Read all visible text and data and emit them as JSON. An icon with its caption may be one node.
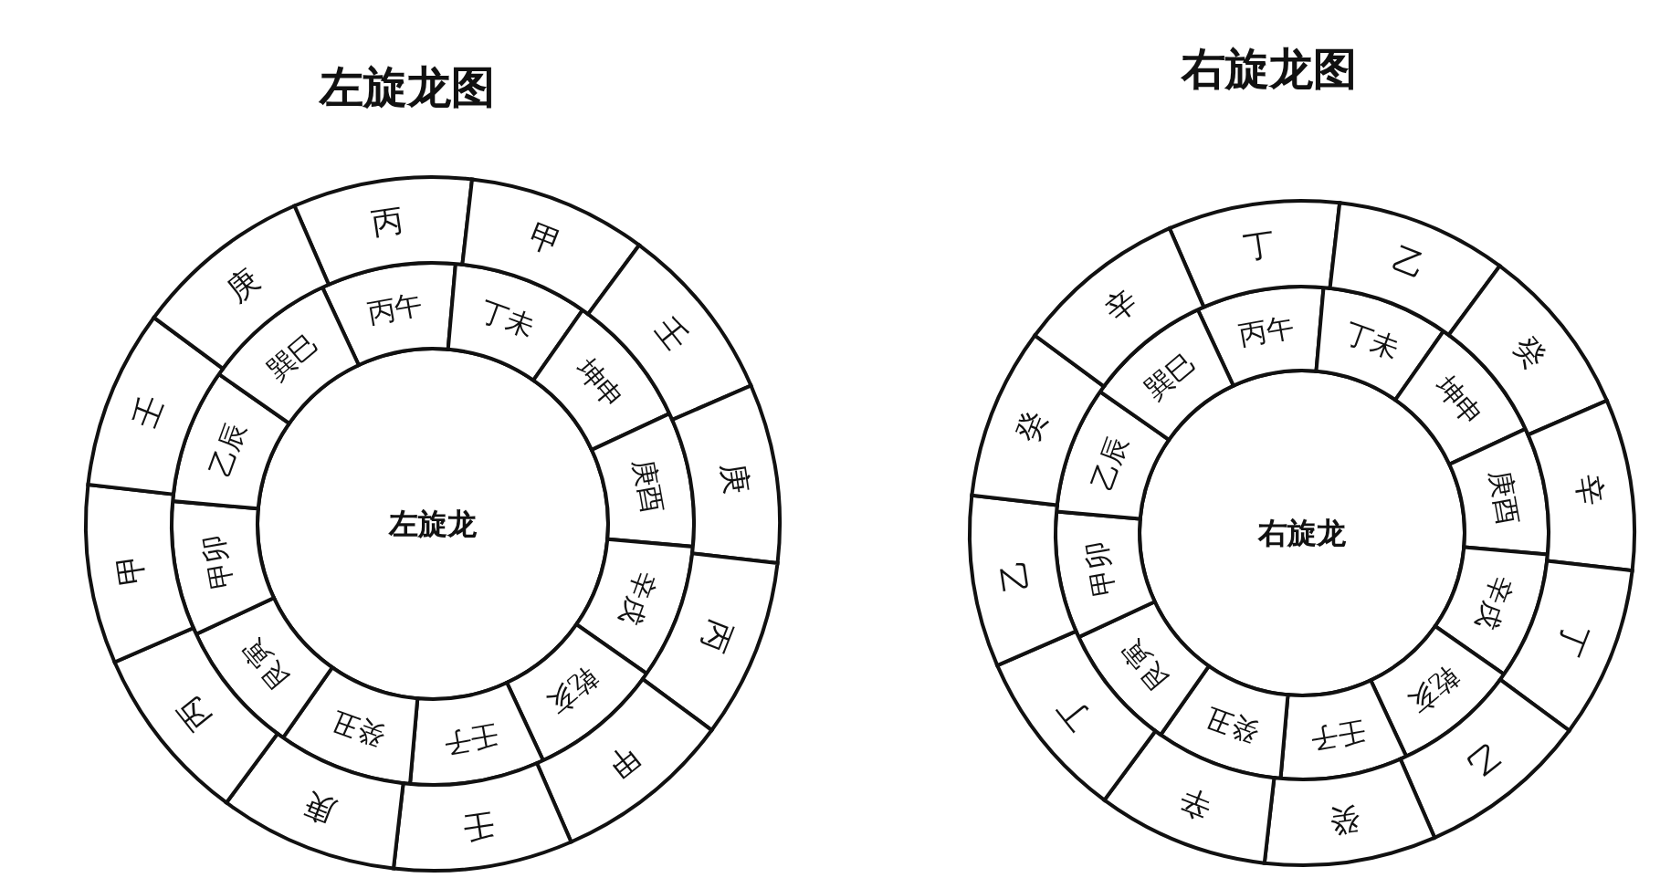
{
  "diagram": {
    "nodes": [
      {
        "text": [
          "左旋龙"
        ]
      },
      {
        "text": [
          "丙午"
        ]
      },
      {
        "text": [
          "丁未"
        ]
      },
      {
        "text": [
          "坤申"
        ]
      },
      {
        "text": [
          "庚酉"
        ]
      },
      {
        "text": [
          "辛戌"
        ]
      },
      {
        "text": [
          "乾亥"
        ]
      },
      {
        "text": [
          "壬子"
        ]
      },
      {
        "text": [
          "癸丑"
        ]
      },
      {
        "text": [
          "艮寅"
        ]
      },
      {
        "text": [
          "甲卯"
        ]
      },
      {
        "text": [
          "乙辰"
        ]
      },
      {
        "text": [
          "巽巳"
        ]
      },
      {
        "text": [
          "丙"
        ]
      },
      {
        "text": [
          "甲"
        ]
      },
      {
        "text": [
          "壬"
        ]
      },
      {
        "text": [
          "庚"
        ]
      },
      {
        "text": [
          "丙"
        ]
      },
      {
        "text": [
          "甲"
        ]
      },
      {
        "text": [
          "壬"
        ]
      },
      {
        "text": [
          "庚"
        ]
      },
      {
        "text": [
          "丙"
        ]
      },
      {
        "text": [
          "甲"
        ]
      },
      {
        "text": [
          "壬"
        ]
      },
      {
        "text": [
          "庚"
        ]
      },
      {
        "text": [
          "右旋龙"
        ]
      },
      {
        "text": [
          "丙午"
        ]
      },
      {
        "text": [
          "丁未"
        ]
      },
      {
        "text": [
          "坤申"
        ]
      },
      {
        "text": [
          "庚酉"
        ]
      },
      {
        "text": [
          "辛戌"
        ]
      },
      {
        "text": [
          "乾亥"
        ]
      },
      {
        "text": [
          "壬子"
        ]
      },
      {
        "text": [
          "癸丑"
        ]
      },
      {
        "text": [
          "艮寅"
        ]
      },
      {
        "text": [
          "甲卯"
        ]
      },
      {
        "text": [
          "乙辰"
        ]
      },
      {
        "text": [
          "巽巳"
        ]
      },
      {
        "text": [
          "丁"
        ]
      },
      {
        "text": [
          "乙"
        ]
      },
      {
        "text": [
          "癸"
        ]
      },
      {
        "text": [
          "辛"
        ]
      },
      {
        "text": [
          "丁"
        ]
      },
      {
        "text": [
          "乙"
        ]
      },
      {
        "text": [
          "癸"
        ]
      },
      {
        "text": [
          "辛"
        ]
      },
      {
        "text": [
          "丁"
        ]
      },
      {
        "text": [
          "乙"
        ]
      },
      {
        "text": [
          "癸"
        ]
      },
      {
        "text": [
          "辛"
        ]
      }
    ],
    "labels": [
      "左旋龙图",
      "右旋龙图"
    ]
  }
}
